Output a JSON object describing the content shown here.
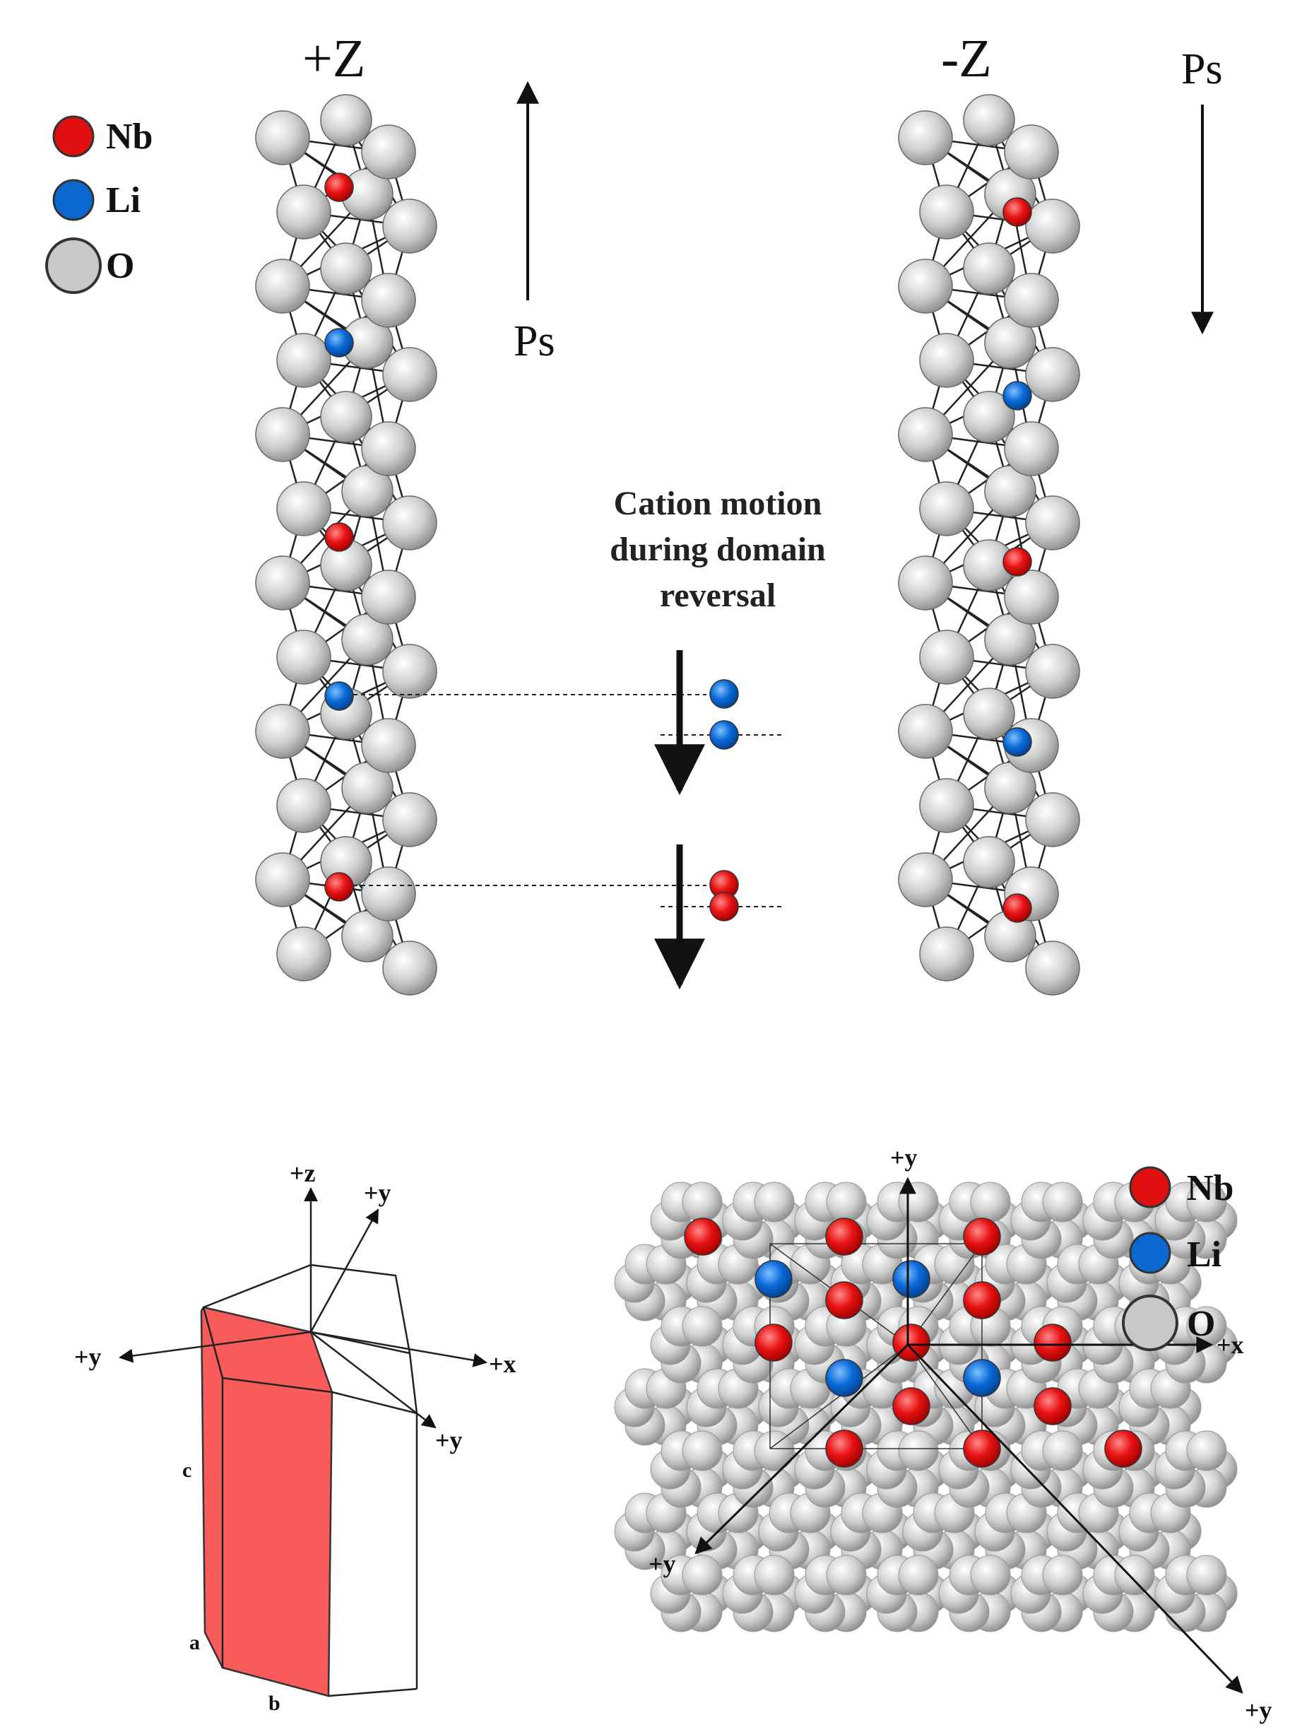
{
  "colors": {
    "nb": "#e01010",
    "li": "#0a68d0",
    "o": "#c8c8c8",
    "o_dark": "#7a7a7a",
    "face": "#f95a5a",
    "line": "#222222"
  },
  "legend_top": {
    "nb": "Nb",
    "li": "Li",
    "o": "O"
  },
  "legend_bottom": {
    "nb": "Nb",
    "li": "Li",
    "o": "O"
  },
  "labels": {
    "plus_z": "+Z",
    "minus_z": "-Z",
    "ps_left": "Ps",
    "ps_right": "Ps",
    "cation_motion": [
      "Cation motion",
      "during domain",
      "reversal"
    ]
  },
  "crystal": {
    "axis_plus_z": "+z",
    "axis_plus_y_top": "+y",
    "axis_plus_y_left": "+y",
    "axis_plus_x": "+x",
    "axis_plus_y_diag": "+y",
    "edge_c": "c",
    "edge_a": "a",
    "edge_b": "b"
  },
  "lattice": {
    "axis_plus_y_top": "+y",
    "axis_plus_x": "+x",
    "axis_plus_y_left": "+y",
    "axis_plus_y_right": "+y"
  }
}
